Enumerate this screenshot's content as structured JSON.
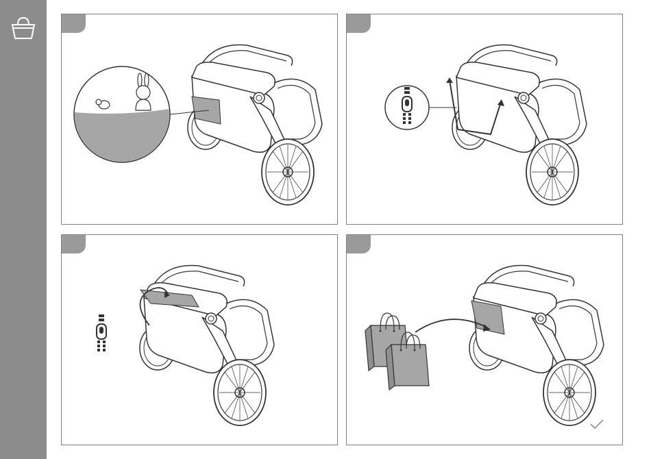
{
  "sidebar": {
    "icon": "basket-icon",
    "color": "#8c8c8c"
  },
  "panels": [
    {
      "step_icon": "step-tab",
      "illustration": "toy-storage-detail"
    },
    {
      "step_icon": "step-tab",
      "illustration": "zipper-open-arrows"
    },
    {
      "step_icon": "step-tab",
      "illustration": "cover-flip-arrow"
    },
    {
      "step_icon": "step-tab",
      "illustration": "shopping-bags-into-compartment"
    }
  ],
  "completion": {
    "icon": "checkmark-icon"
  },
  "colors": {
    "panel_border": "#808080",
    "fill_gray": "#a6a6a6",
    "line": "#333333"
  }
}
